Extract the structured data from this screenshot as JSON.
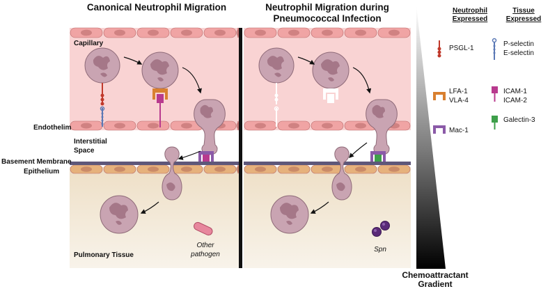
{
  "panels": {
    "left_title": "Canonical Neutrophil Migration",
    "right_title_line1": "Neutrophil Migration during",
    "right_title_line2": "Pneumococcal Infection"
  },
  "layers": {
    "capillary": "Capillary",
    "endothelium": "Endothelim",
    "interstitial_line1": "Interstitial",
    "interstitial_line2": "Space",
    "basement_membrane": "Basement Membrane",
    "epithelium": "Epithelium",
    "pulmonary_tissue": "Pulmonary Tissue"
  },
  "pathogens": {
    "other_line1": "Other",
    "other_line2": "pathogen",
    "spn": "Spn"
  },
  "legend": {
    "neutrophil_header_line1": "Neutrophil",
    "neutrophil_header_line2": "Expressed",
    "tissue_header_line1": "Tissue",
    "tissue_header_line2": "Expressed",
    "psgl1": "PSGL-1",
    "lfa1": "LFA-1",
    "vla4": "VLA-4",
    "mac1": "Mac-1",
    "pselectin": "P-selectin",
    "eselectin": "E-selectin",
    "icam1": "ICAM-1",
    "icam2": "ICAM-2",
    "galectin3": "Galectin-3"
  },
  "gradient": {
    "line1": "Chemoattractant",
    "line2": "Gradient"
  },
  "colors": {
    "capillary_fill": "#f9d3d3",
    "endothelial_cell": "#f0a4a4",
    "tissue_fill": "#f3ead8",
    "epithelial_cell": "#e6b17c",
    "membrane": "#5e5779",
    "neutrophil": "#c9a4b2",
    "nucleus": "#a57788",
    "psgl1": "#c0392b",
    "selectin": "#5a78b5",
    "lfa1": "#d98030",
    "icam": "#b83a8e",
    "mac1": "#8b5aa8",
    "galectin3": "#3e9f4a",
    "pathogen": "#e7879d",
    "spn": "#5a2a78",
    "divider": "#111111"
  }
}
